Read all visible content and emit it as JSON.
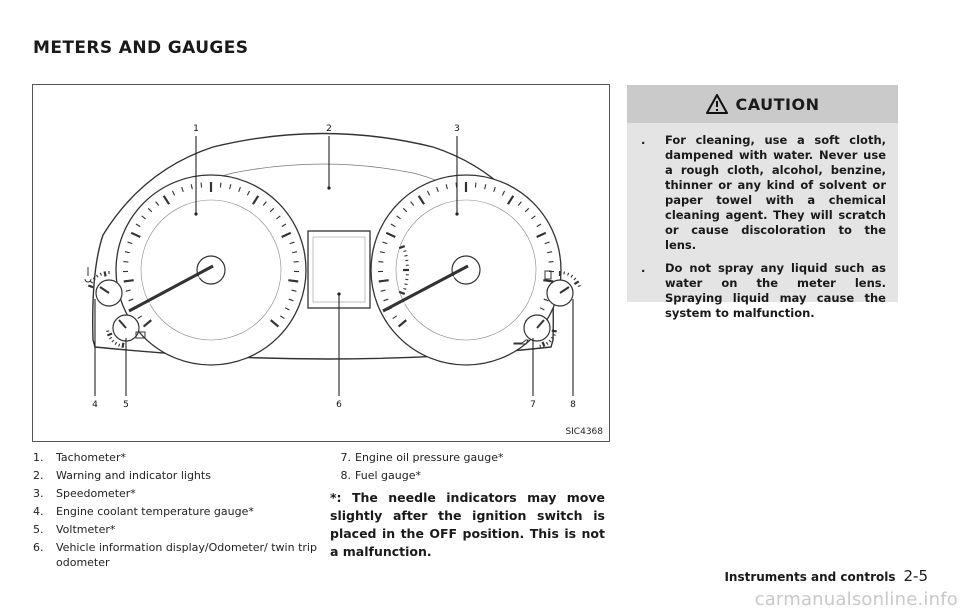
{
  "page": {
    "section_title": "METERS AND GAUGES",
    "footer_chapter": "Instruments and controls",
    "footer_page": "2-5",
    "watermark": "carmanualsonline.info"
  },
  "figure": {
    "code": "SIC4368",
    "callouts": [
      "1",
      "2",
      "3",
      "4",
      "5",
      "6",
      "7",
      "8"
    ]
  },
  "legend_left": [
    {
      "num": "1.",
      "text": "Tachometer*"
    },
    {
      "num": "2.",
      "text": "Warning and indicator lights"
    },
    {
      "num": "3.",
      "text": "Speedometer*"
    },
    {
      "num": "4.",
      "text": "Engine coolant temperature gauge*"
    },
    {
      "num": "5.",
      "text": "Voltmeter*"
    },
    {
      "num": "6.",
      "text": "Vehicle information display/Odometer/ twin trip odometer"
    }
  ],
  "legend_right": [
    {
      "num": "7.",
      "text": "Engine oil pressure gauge*"
    },
    {
      "num": "8.",
      "text": "Fuel gauge*"
    }
  ],
  "footnote": "*: The needle indicators may move slightly after the ignition switch is placed in the OFF position. This is not a malfunction.",
  "caution": {
    "title": "CAUTION",
    "items": [
      "For cleaning, use a soft cloth, dampened with water. Never use a rough cloth, alcohol, benzine, thinner or any kind of solvent or paper towel with a chemical cleaning agent. They will scratch or cause discoloration to the lens.",
      "Do not spray any liquid such as water on the meter lens. Spraying liquid may cause the system to malfunction."
    ],
    "bullet": "."
  }
}
